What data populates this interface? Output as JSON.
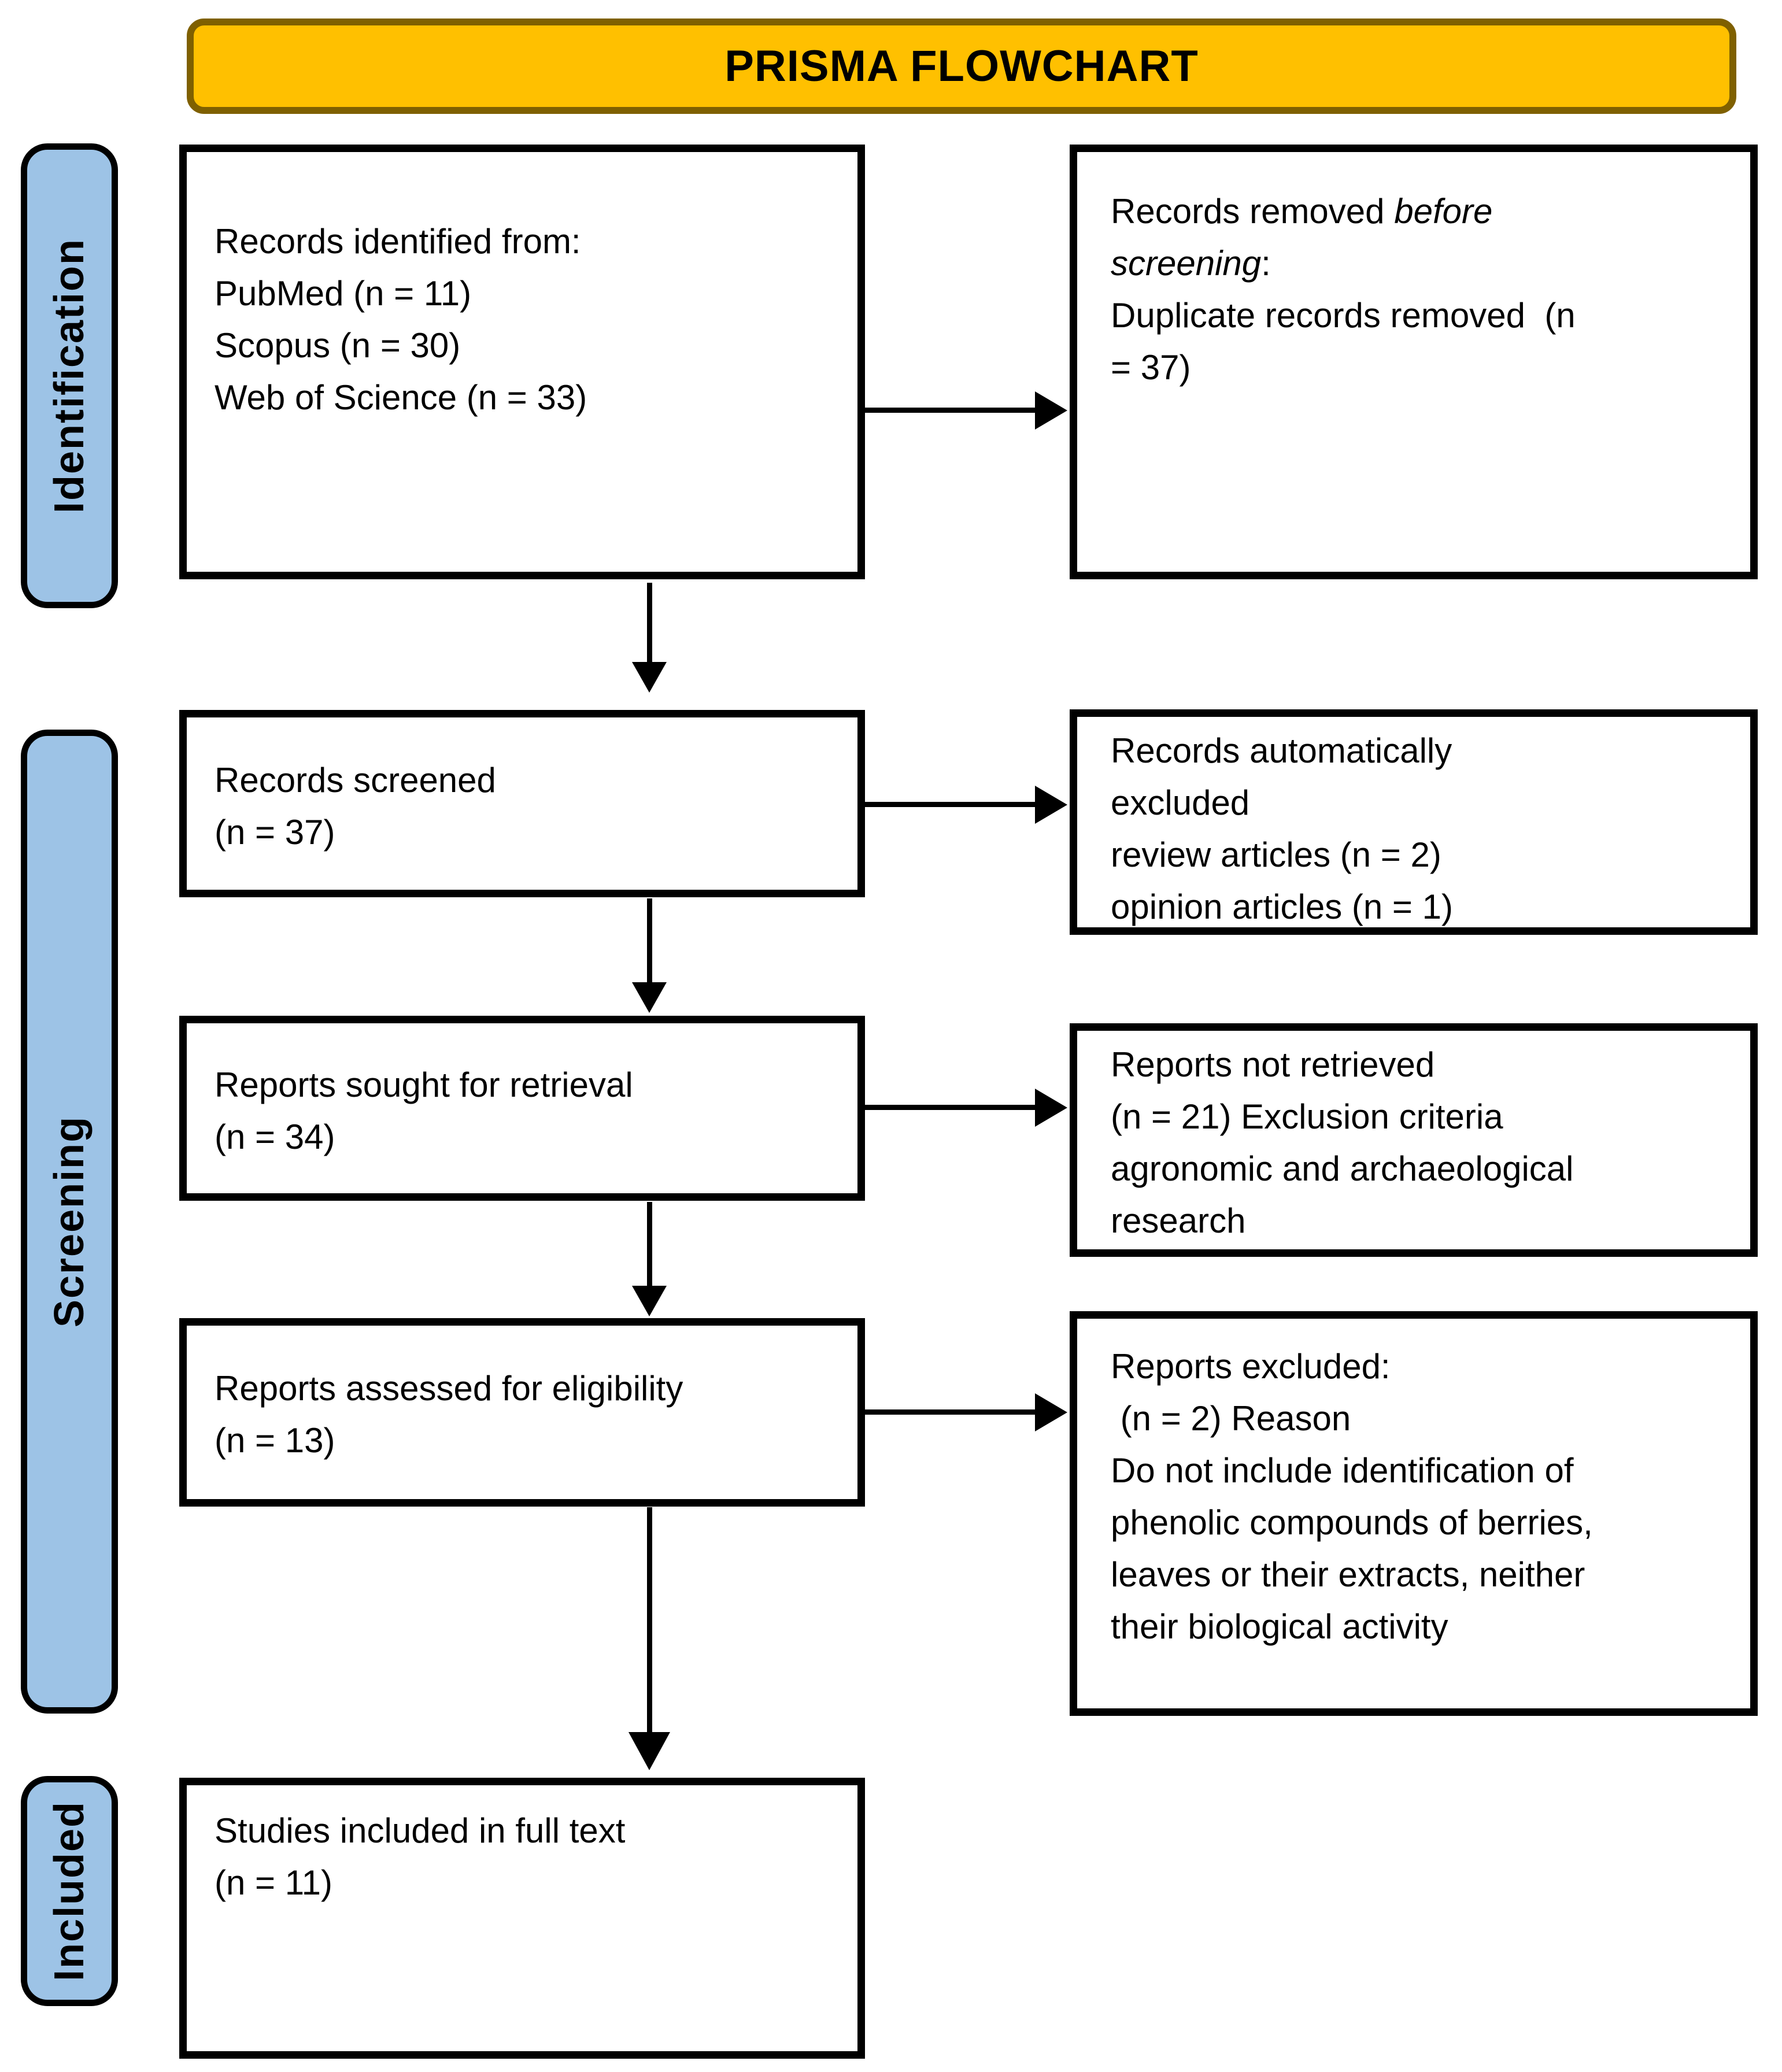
{
  "title": "PRISMA FLOWCHART",
  "stages": {
    "identification": "Identification",
    "screening": "Screening",
    "included": "Included"
  },
  "boxes": {
    "records_identified": {
      "lines": [
        "Records identified from:",
        "PubMed (n = 11)",
        "Scopus (n = 30)",
        "Web of Science (n = 33)"
      ]
    },
    "records_removed": {
      "line1_normal": "Records removed ",
      "line1_italic": "before",
      "line2_italic": "screening",
      "line2_normal": ":",
      "line3": "Duplicate records removed  (n",
      "line4": "= 37)"
    },
    "records_screened": {
      "lines": [
        "Records screened",
        "(n = 37)"
      ]
    },
    "records_auto_excluded": {
      "lines": [
        "Records automatically",
        "excluded",
        "review articles (n = 2)",
        "opinion articles (n = 1)"
      ]
    },
    "reports_sought": {
      "lines": [
        "Reports sought for retrieval",
        "(n = 34)"
      ]
    },
    "reports_not_retrieved": {
      "lines": [
        "Reports not retrieved",
        "(n = 21) Exclusion criteria",
        "agronomic and archaeological",
        "research"
      ]
    },
    "reports_assessed": {
      "lines": [
        "Reports assessed for eligibility",
        "(n = 13)"
      ]
    },
    "reports_excluded": {
      "lines": [
        "Reports excluded:",
        " (n = 2) Reason",
        "Do not include identification of",
        "phenolic compounds of berries,",
        "leaves or their extracts, neither",
        "their biological activity"
      ]
    },
    "studies_included": {
      "lines": [
        "Studies included in full text",
        "(n = 11)"
      ]
    }
  },
  "colors": {
    "banner_fill": "#FFC000",
    "banner_border": "#7F6000",
    "stage_fill": "#9DC3E6",
    "stage_border": "#000000",
    "box_fill": "#FFFFFF",
    "box_border": "#000000",
    "arrow": "#000000"
  }
}
